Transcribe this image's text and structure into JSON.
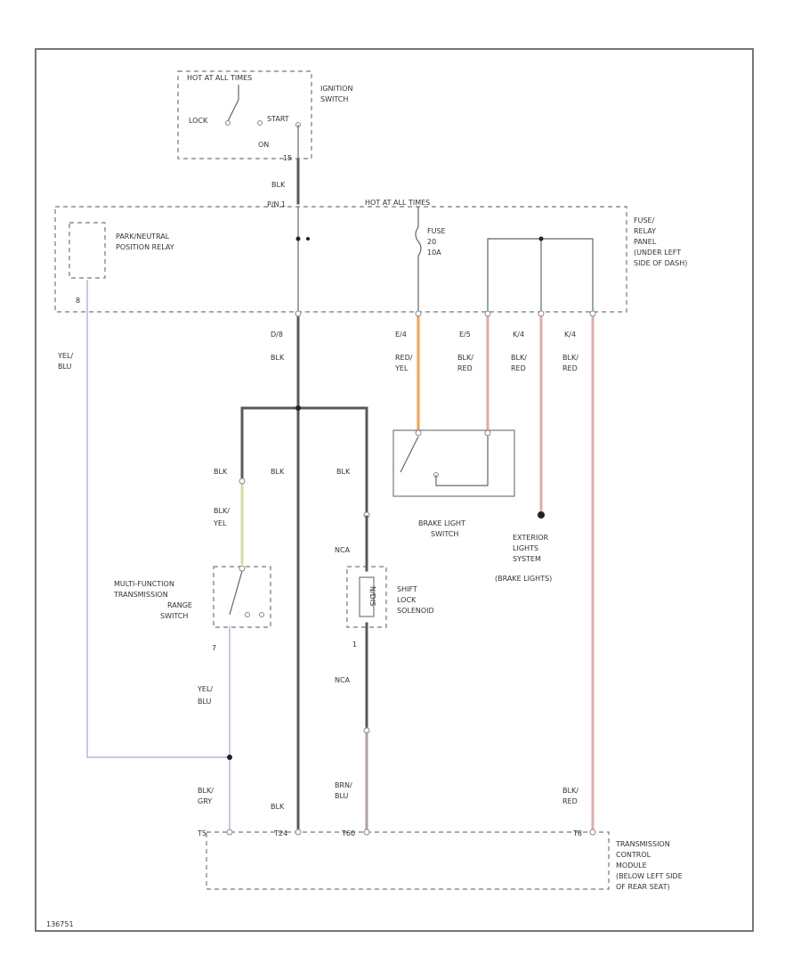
{
  "colors": {
    "wire_blk": "#5a5a5a",
    "wire_blk_yel": "#d9d9a0",
    "wire_red_yel": "#f4a24a",
    "wire_blk_red": "#e6a8a8",
    "wire_yel_blu": "#c8c8e8",
    "wire_blk_gry": "#c8c8c8",
    "wire_brn_blu": "#b0a0a0"
  },
  "ignition": {
    "hot_label": "HOT AT ALL TIMES",
    "switch_label_1": "IGNITION",
    "switch_label_2": "SWITCH",
    "lock": "LOCK",
    "start": "START",
    "on": "ON",
    "terminal": "15",
    "wire": "BLK"
  },
  "fuse_panel": {
    "hot_label": "HOT AT ALL TIMES",
    "terminal_top": "P/N 1",
    "label_lines": [
      "FUSE/",
      "RELAY",
      "PANEL",
      "(UNDER LEFT",
      "SIDE OF DASH)"
    ],
    "fuse_lines": [
      "FUSE",
      "20",
      "10A"
    ]
  },
  "relay": {
    "label_1": "PARK/NEUTRAL",
    "label_2": "POSITION RELAY",
    "pin": "8",
    "wire_1": "YEL/",
    "wire_2": "BLU"
  },
  "outputs": {
    "d8": "D/8",
    "blk": "BLK",
    "e4": "E/4",
    "e5": "E/5",
    "k4": "K/4",
    "k4b": "K/4",
    "red": "RED/",
    "yel": "YEL",
    "blk_slash": "BLK/",
    "red_plain": "RED"
  },
  "brake_switch": {
    "label_1": "BRAKE LIGHT",
    "label_2": "SWITCH"
  },
  "exterior": {
    "lines": [
      "EXTERIOR",
      "LIGHTS",
      "SYSTEM",
      "(BRAKE LIGHTS)"
    ]
  },
  "mfs": {
    "label_lines": [
      "MULTI-FUNCTION",
      "TRANSMISSION",
      "RANGE",
      "SWITCH"
    ],
    "wire_top": "BLK",
    "wire_mid_1": "BLK/",
    "wire_mid_2": "YEL",
    "pin": "7",
    "wire_bot_1": "YEL/",
    "wire_bot_2": "BLU"
  },
  "solenoid": {
    "label_lines": [
      "SHIFT",
      "LOCK",
      "SOLENOID"
    ],
    "wire_top": "BLK",
    "nca_top": "NCA",
    "pin": "1",
    "nca_bot": "NCA",
    "internal": "N/DIS"
  },
  "center_wire": "BLK",
  "bottom": {
    "blk_gry_1": "BLK/",
    "blk_gry_2": "GRY",
    "blk": "BLK",
    "brn_1": "BRN/",
    "brn_2": "BLU",
    "blk_red_1": "BLK/",
    "blk_red_2": "RED",
    "pin_a": "T5",
    "pin_b": "T24",
    "pin_c": "T60",
    "pin_d": "T8"
  },
  "tcm": {
    "label_lines": [
      "TRANSMISSION",
      "CONTROL",
      "MODULE",
      "(BELOW LEFT SIDE",
      "OF REAR SEAT)"
    ]
  },
  "footer": "136751"
}
